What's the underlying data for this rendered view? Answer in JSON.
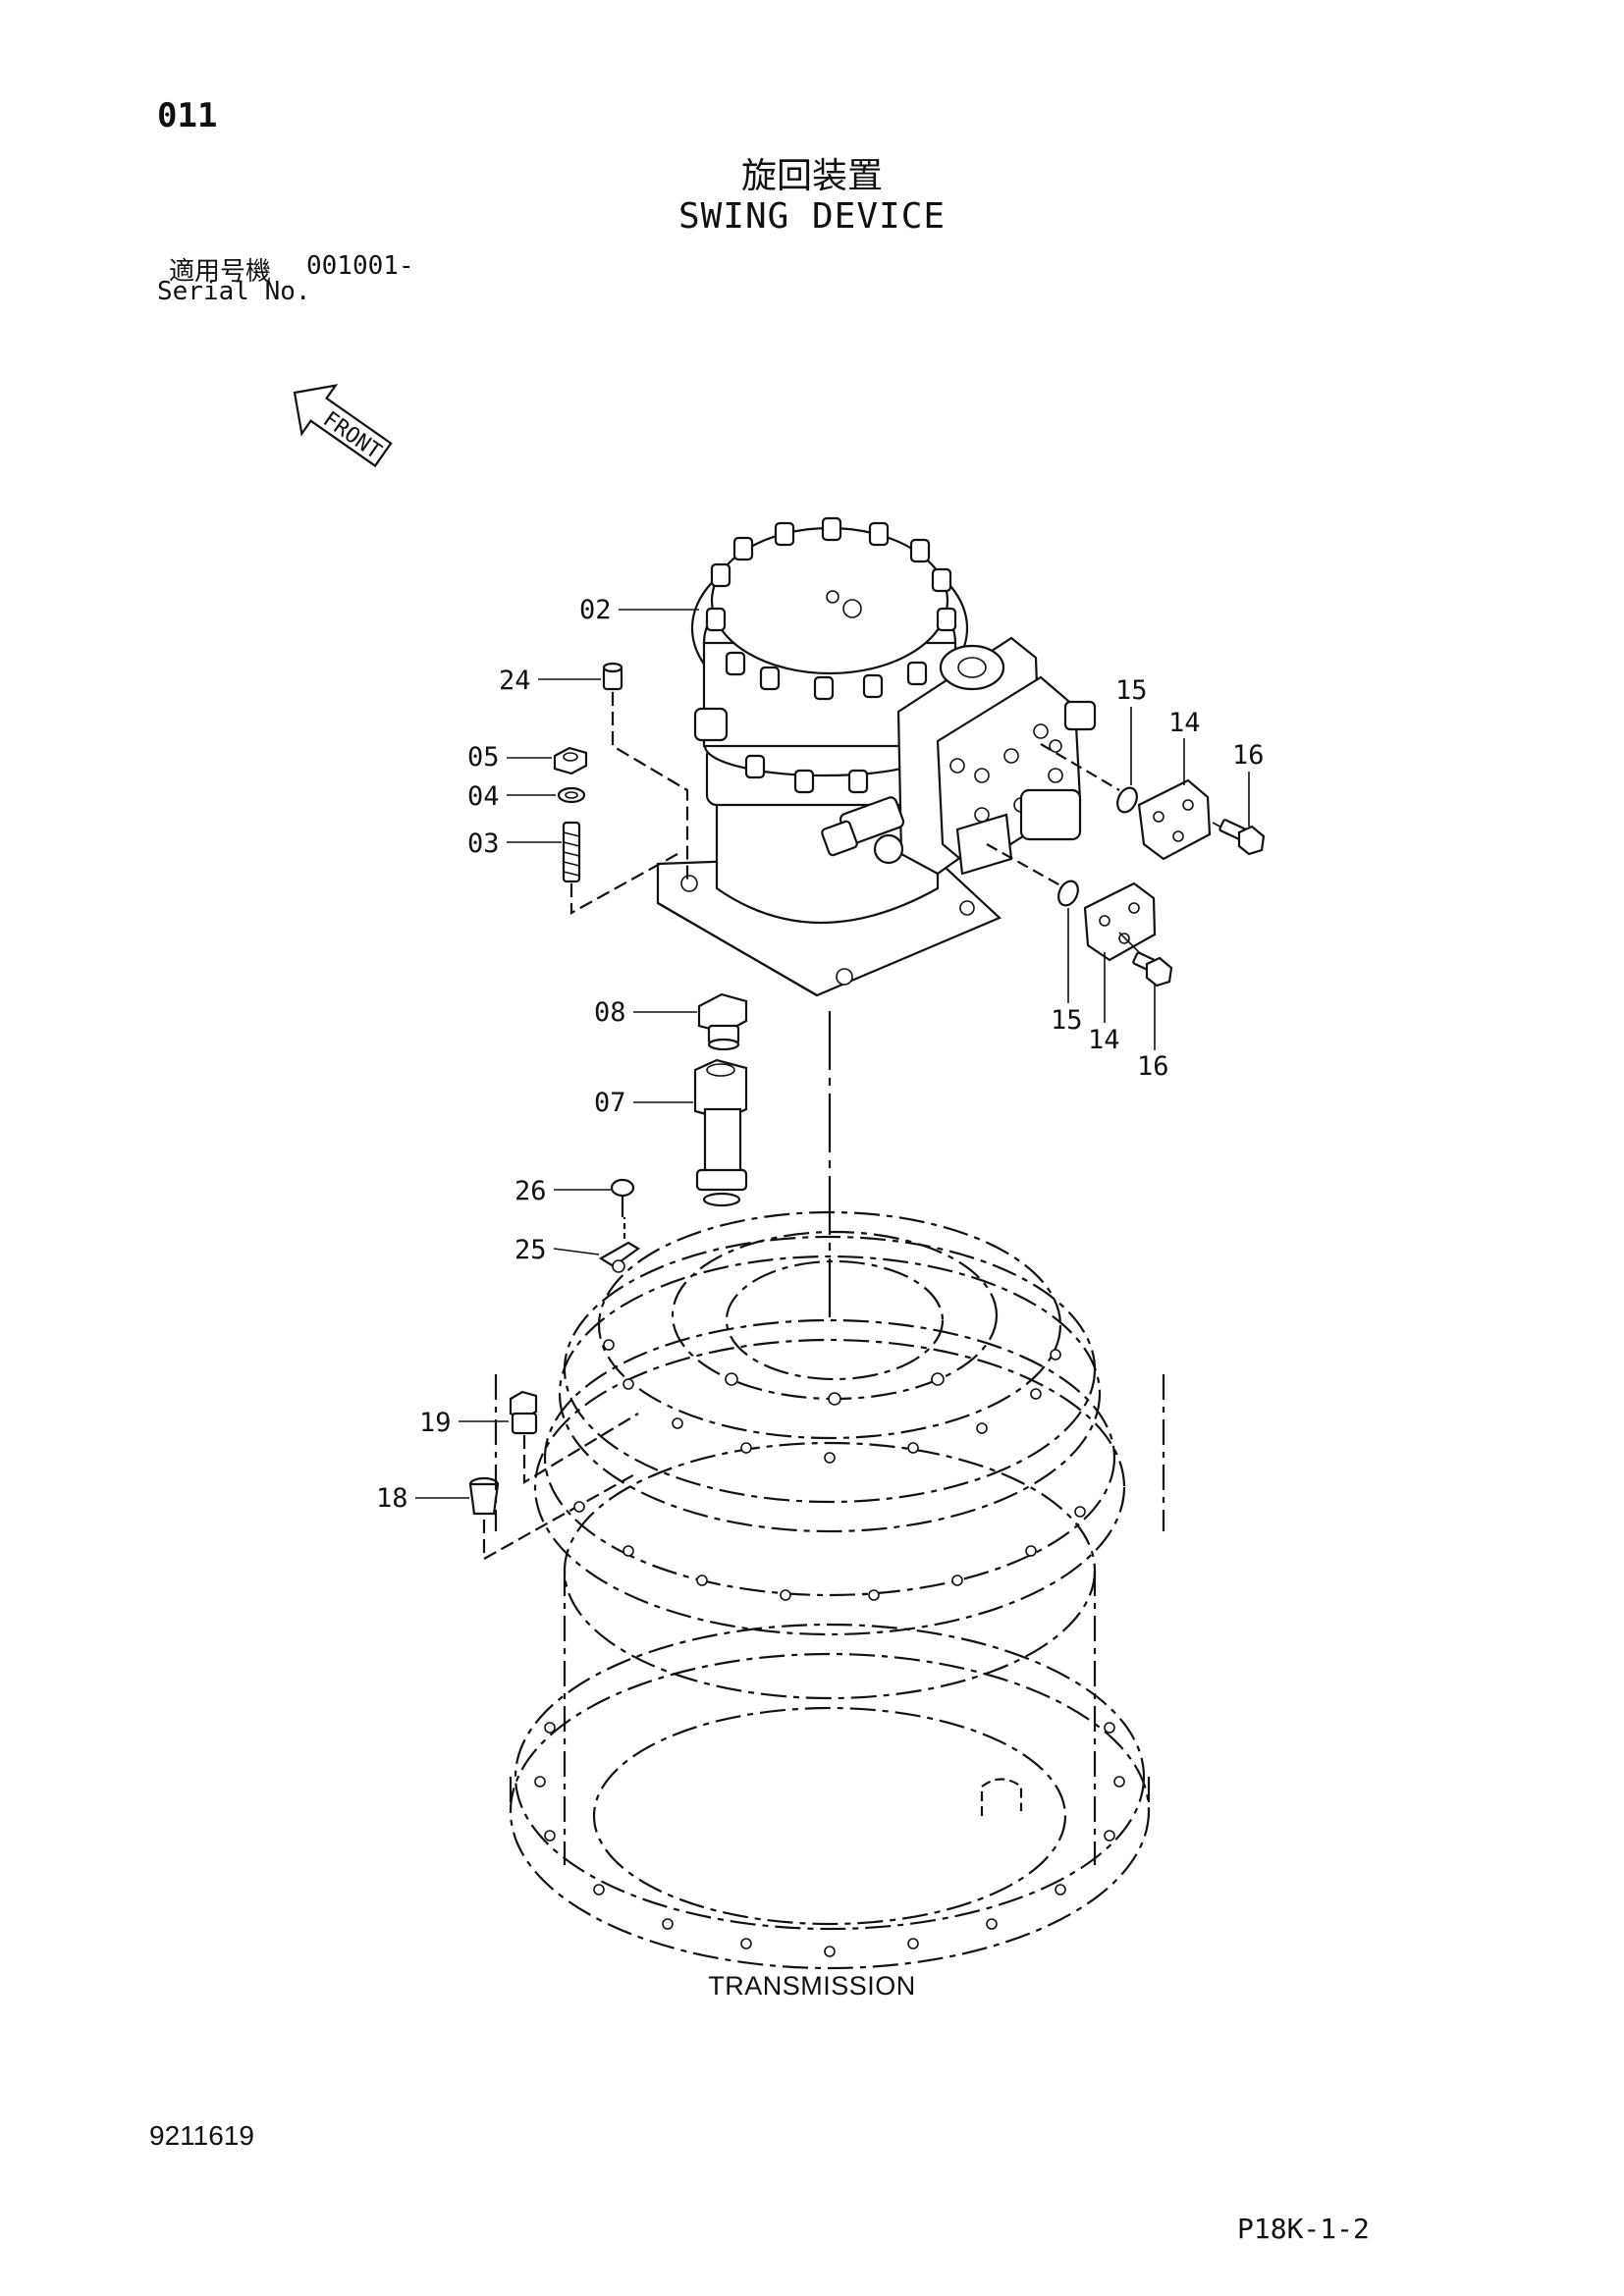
{
  "header": {
    "page_number": "011",
    "title_jp": "旋回装置",
    "title_en": "SWING DEVICE",
    "serial_label_jp": "適用号機",
    "serial_value": "001001-",
    "serial_label_en": "Serial No."
  },
  "front_marker": {
    "label": "FRONT",
    "icon": "front-arrow-icon"
  },
  "callouts": [
    "02",
    "24",
    "05",
    "04",
    "03",
    "15",
    "14",
    "16",
    "15",
    "14",
    "16",
    "08",
    "07",
    "26",
    "25",
    "19",
    "18"
  ],
  "caption": "TRANSMISSION",
  "footer": {
    "doc_code": "9211619",
    "sheet_code": "P18K-1-2"
  }
}
